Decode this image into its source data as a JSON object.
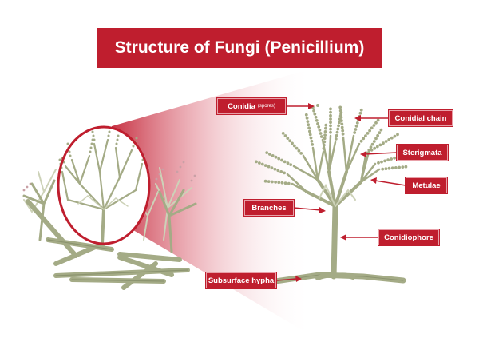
{
  "title": "Structure of Fungi (Penicillium)",
  "labels": {
    "conidia": "Conidia",
    "conidia_note": "(spores)",
    "conidial_chain": "Conidial chain",
    "sterigmata": "Sterigmata",
    "metulae": "Metulae",
    "branches": "Branches",
    "conidiophore": "Conidiophore",
    "subsurface_hypha": "Subsurface hypha"
  },
  "colors": {
    "accent": "#bf1e2e",
    "hypha": "#a4ab86",
    "hypha_dark": "#8c9470"
  }
}
